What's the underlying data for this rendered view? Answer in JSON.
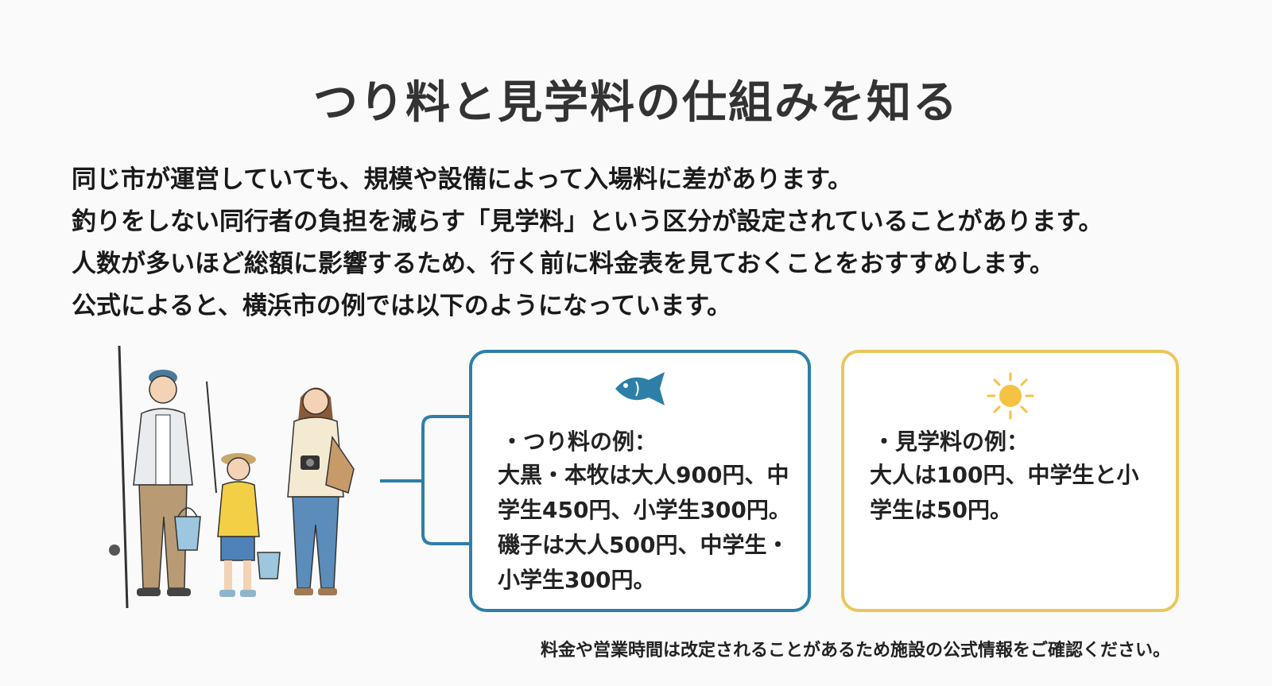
{
  "title": "つり料と見学料の仕組みを知る",
  "intro": {
    "lines": [
      "同じ市が運営していても、規模や設備によって入場料に差があります。",
      "釣りをしない同行者の負担を減らす「見学料」という区分が設定されていることがあります。",
      "人数が多いほど総額に影響するため、行く前に料金表を見ておくことをおすすめします。",
      "公式によると、横浜市の例では以下のようになっています。"
    ]
  },
  "fishing_card": {
    "icon": "fish-icon",
    "heading": "・つり料の例：",
    "lines": [
      "大黒・本牧は大人900円、中",
      "学生450円、小学生300円。",
      "磯子は大人500円、中学生・",
      "小学生300円。"
    ]
  },
  "visitor_card": {
    "icon": "sun-icon",
    "heading": "・見学料の例：",
    "lines": [
      "大人は100円、中学生と小",
      "学生は50円。"
    ]
  },
  "note": "料金や営業時間は改定されることがあるため施設の公式情報をご確認ください。",
  "colors": {
    "fishing_accent": "#2d7fa8",
    "visitor_accent": "#ebc65a",
    "sun": "#f5c242"
  }
}
